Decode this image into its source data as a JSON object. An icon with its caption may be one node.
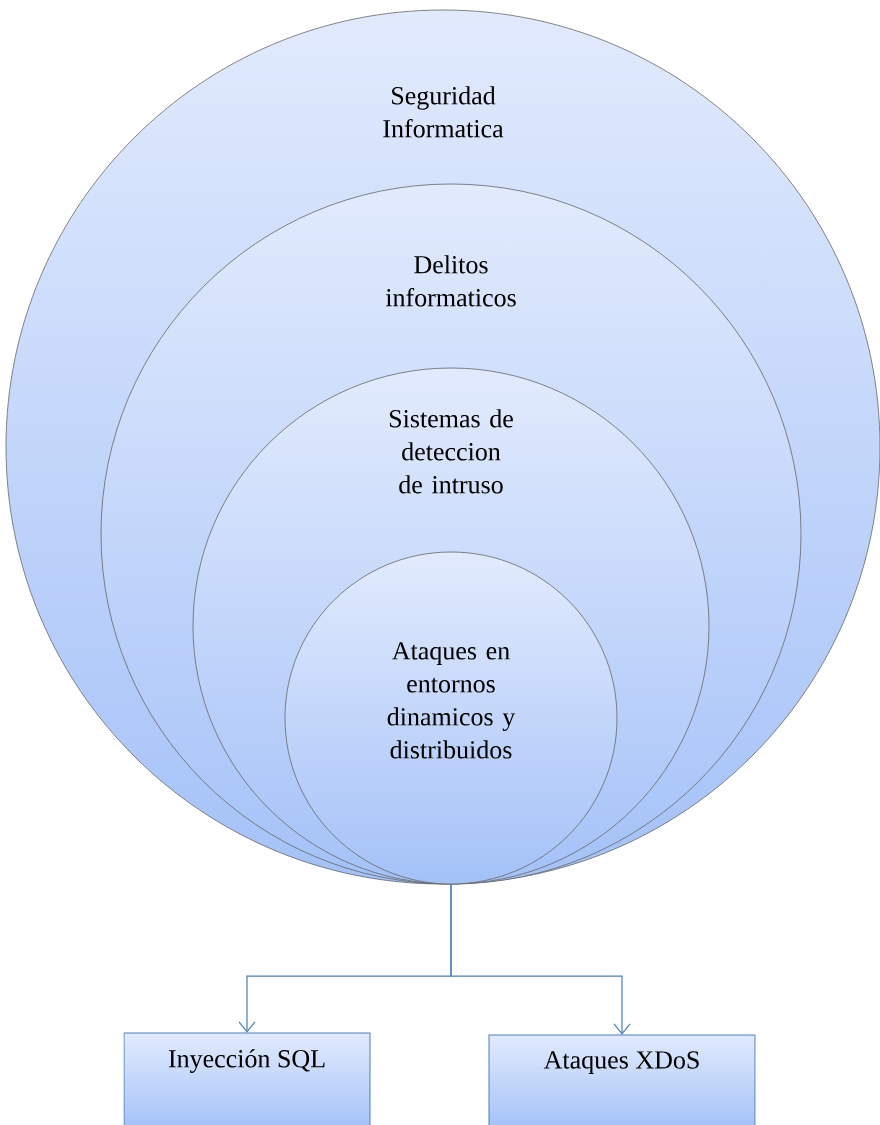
{
  "diagram": {
    "nodes": [
      {
        "text": [
          "Seguridad Informatica"
        ]
      },
      {
        "text": [
          "Delitos informaticos"
        ],
        "in": 0
      },
      {
        "text": [
          "Sistemas de deteccion de intruso"
        ],
        "in": 1
      },
      {
        "text": [
          "Ataques en entornos dinamicos y distribuidos"
        ],
        "in": 2
      },
      {
        "text": [
          "Inyección SQL"
        ]
      },
      {
        "text": [
          "Ataques XDoS"
        ]
      }
    ],
    "edges": [
      {
        "from": 3,
        "to": 4,
        "arrow": "to"
      },
      {
        "from": 3,
        "to": 5,
        "arrow": "to"
      }
    ]
  }
}
